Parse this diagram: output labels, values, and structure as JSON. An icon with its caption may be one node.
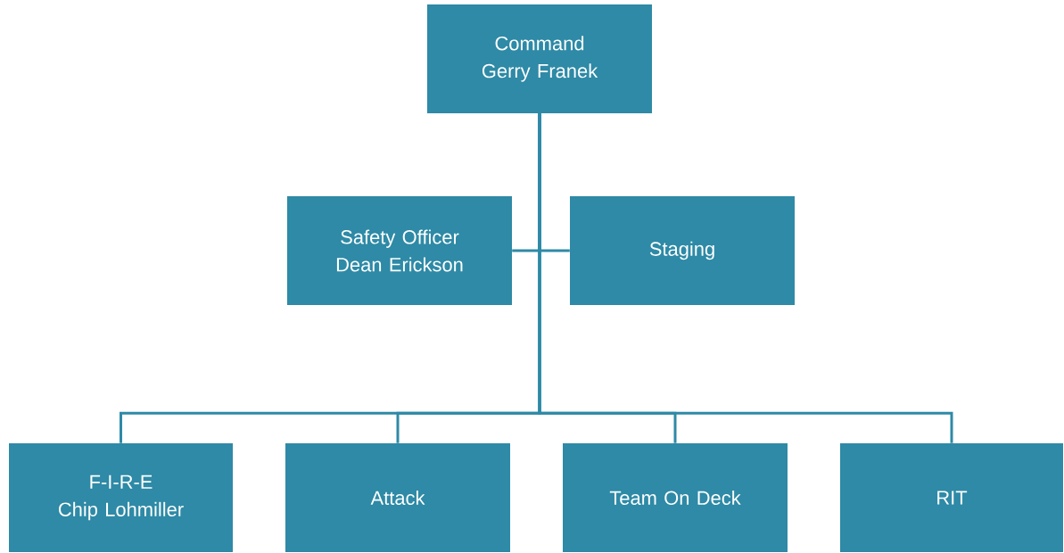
{
  "diagram": {
    "nodes": [
      {
        "text": [
          "Command",
          "Gerry Franek"
        ]
      },
      {
        "text": [
          "Safety Officer",
          "Dean Erickson"
        ]
      },
      {
        "text": [
          "Staging"
        ]
      },
      {
        "text": [
          "F-I-R-E",
          "Chip Lohmiller"
        ]
      },
      {
        "text": [
          "Attack"
        ]
      },
      {
        "text": [
          "Team On Deck"
        ]
      },
      {
        "text": [
          "RIT"
        ]
      }
    ],
    "edges": [
      {
        "from": 0,
        "to": 1,
        "arrow": "none"
      },
      {
        "from": 0,
        "to": 2,
        "arrow": "none"
      },
      {
        "from": 0,
        "to": 3,
        "arrow": "none"
      },
      {
        "from": 0,
        "to": 4,
        "arrow": "none"
      },
      {
        "from": 0,
        "to": 5,
        "arrow": "none"
      },
      {
        "from": 0,
        "to": 6,
        "arrow": "none"
      }
    ]
  }
}
